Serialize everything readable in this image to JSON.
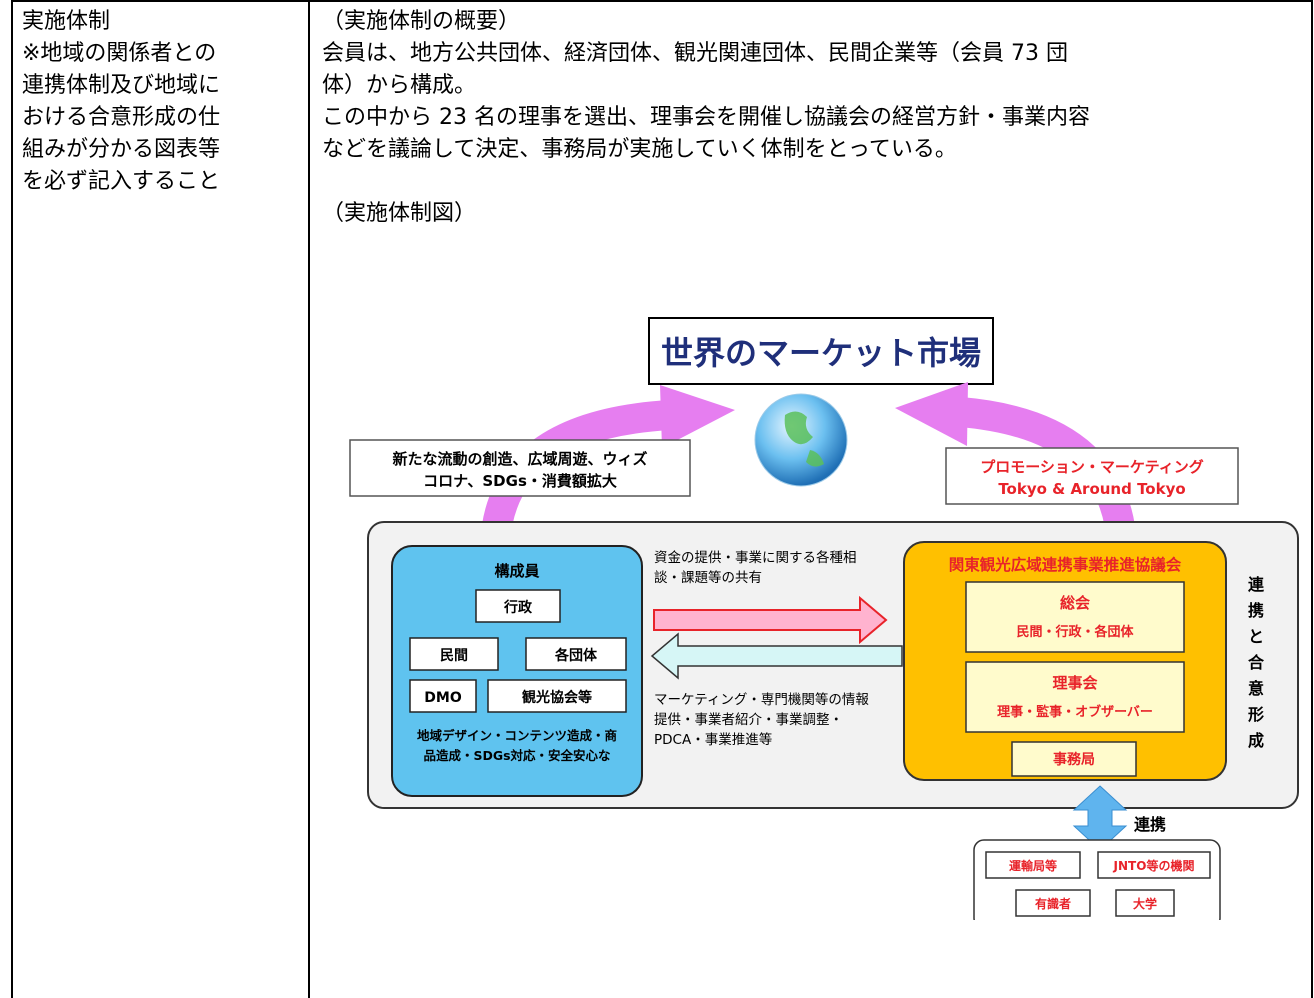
{
  "left": {
    "title": "実施体制",
    "note_lines": [
      "※地域の関係者との",
      "連携体制及び地域に",
      "おける合意形成の仕",
      "組みが分かる図表等",
      "を必ず記入すること"
    ]
  },
  "right": {
    "overview_heading": "（実施体制の概要）",
    "overview_lines": [
      "会員は、地方公共団体、経済団体、観光関連団体、民間企業等（会員 73 団",
      "体）から構成。",
      "この中から 23 名の理事を選出、理事会を開催し協議会の経営方針・事業内容",
      "などを議論して決定、事務局が実施していく体制をとっている。"
    ],
    "diagram_heading": "（実施体制図）"
  },
  "diagram": {
    "market_title": "世界のマーケット市場",
    "left_callout": [
      "新たな流動の創造、広域周遊、ウィズ",
      "コロナ、SDGs・消費額拡大"
    ],
    "right_callout": [
      "プロモーション・マーケティング",
      "Tokyo & Around Tokyo"
    ],
    "members": {
      "title": "構成員",
      "items": [
        "行政",
        "民間",
        "各団体",
        "DMO",
        "観光協会等"
      ],
      "footer": [
        "地域デザイン・コンテンツ造成・商",
        "品造成・SDGs対応・安全安心な"
      ]
    },
    "arrow_top_text": [
      "資金の提供・事業に関する各種相",
      "談・課題等の共有"
    ],
    "arrow_bottom_text": [
      "マーケティング・専門機関等の情報",
      "提供・事業者紹介・事業調整・",
      "PDCA・事業推進等"
    ],
    "council": {
      "title": "関東観光広域連携事業推進協議会",
      "general": {
        "name": "総会",
        "members": "民間・行政・各団体"
      },
      "board": {
        "name": "理事会",
        "members": "理事・監事・オブザーバー"
      },
      "secretariat": "事務局"
    },
    "side_label": [
      "連",
      "携",
      "と",
      "合",
      "意",
      "形",
      "成"
    ],
    "link_label": "連携",
    "partners": [
      "運輸局等",
      "JNTO等の機関",
      "有識者",
      "大学"
    ]
  },
  "colors": {
    "navy": "#1f2f7a",
    "red": "#e8232a",
    "sky": "#5fc3ef",
    "gold": "#ffc000",
    "cream": "#fffbcc",
    "magenta": "#e67ef0"
  }
}
